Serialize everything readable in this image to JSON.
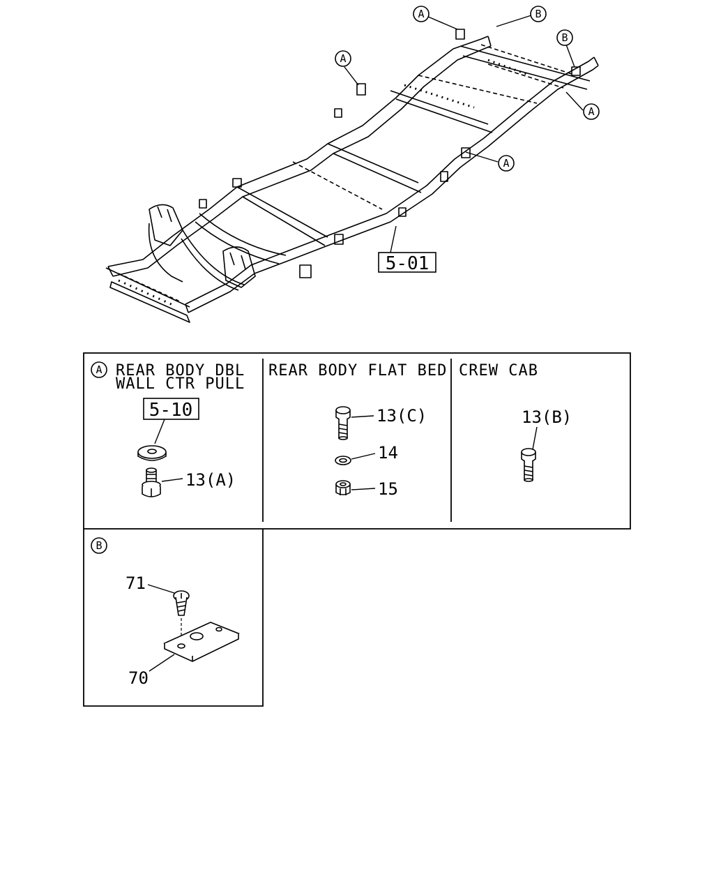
{
  "frame_callouts": {
    "circle_a": "A",
    "circle_b": "B",
    "ref_main": "5-01"
  },
  "panel_a": {
    "circle": "A",
    "title_line1": "REAR BODY DBL",
    "title_line2": "WALL CTR PULL",
    "ref": "5-10",
    "part_13a": "13(A)"
  },
  "panel_flat_bed": {
    "title": "REAR BODY FLAT BED",
    "part_13c": "13(C)",
    "part_14": "14",
    "part_15": "15"
  },
  "panel_crew_cab": {
    "title": "CREW CAB",
    "part_13b": "13(B)"
  },
  "panel_b": {
    "circle": "B",
    "part_71": "71",
    "part_70": "70"
  }
}
